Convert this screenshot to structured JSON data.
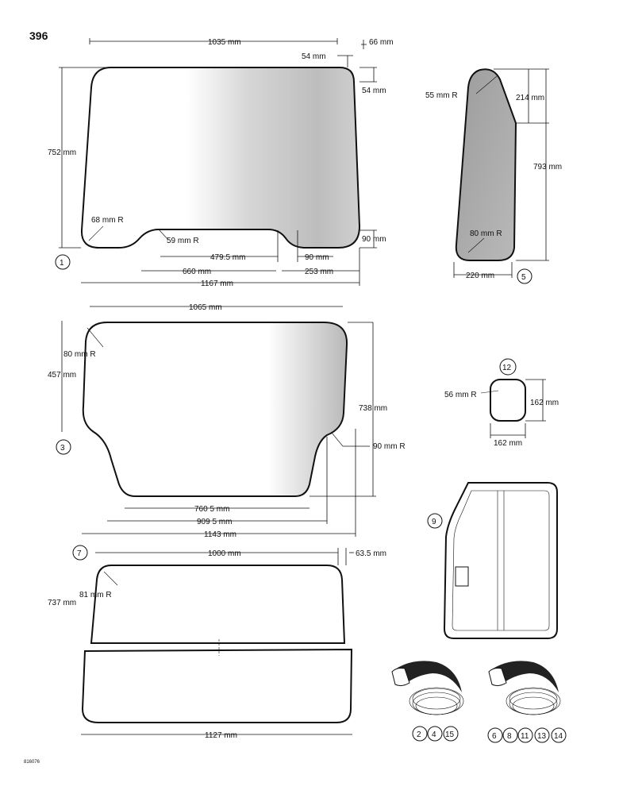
{
  "page_number": "396",
  "footer_code": "816076",
  "panel1": {
    "callout": "1",
    "width_top": "1035 mm",
    "offset_right": "66 mm",
    "corner_step_h": "54 mm",
    "corner_step_v": "54 mm",
    "height": "752 mm",
    "corner_radius": "68 mm R",
    "notch_radius": "59 mm R",
    "bottom_right_h": "90 mm",
    "notch_width": "479.5 mm",
    "notch_right_gap": "90 mm",
    "dim_660": "660 mm",
    "dim_253": "253 mm",
    "width_bottom": "1167 mm"
  },
  "panel5": {
    "callout": "5",
    "top_radius": "55 mm R",
    "top_step": "214 mm",
    "height": "793 mm",
    "bottom_radius": "80 mm R",
    "width": "220 mm"
  },
  "panel3": {
    "callout": "3",
    "width_top": "1065 mm",
    "corner_radius": "80 mm R",
    "upper_height": "457 mm",
    "height": "738 mm",
    "side_radius": "90 mm R",
    "bottom_width": "760 5 mm",
    "dim_909": "909 5 mm",
    "width_bottom": "1143 mm"
  },
  "panel12": {
    "callout": "12",
    "radius": "56 mm R",
    "height": "162 mm",
    "width": "162 mm"
  },
  "panel7": {
    "callout": "7",
    "width_top": "1000 mm",
    "offset_right": "63.5 mm",
    "height": "737 mm",
    "corner_radius": "81 mm R",
    "width_bottom": "1127 mm"
  },
  "door": {
    "callout": "9"
  },
  "seal_set_a": {
    "callouts": [
      "2",
      "4",
      "15"
    ]
  },
  "seal_set_b": {
    "callouts": [
      "6",
      "8",
      "11",
      "13",
      "14"
    ]
  },
  "colors": {
    "ink": "#111111",
    "paper": "#ffffff",
    "shade": "#8a8a8a"
  }
}
